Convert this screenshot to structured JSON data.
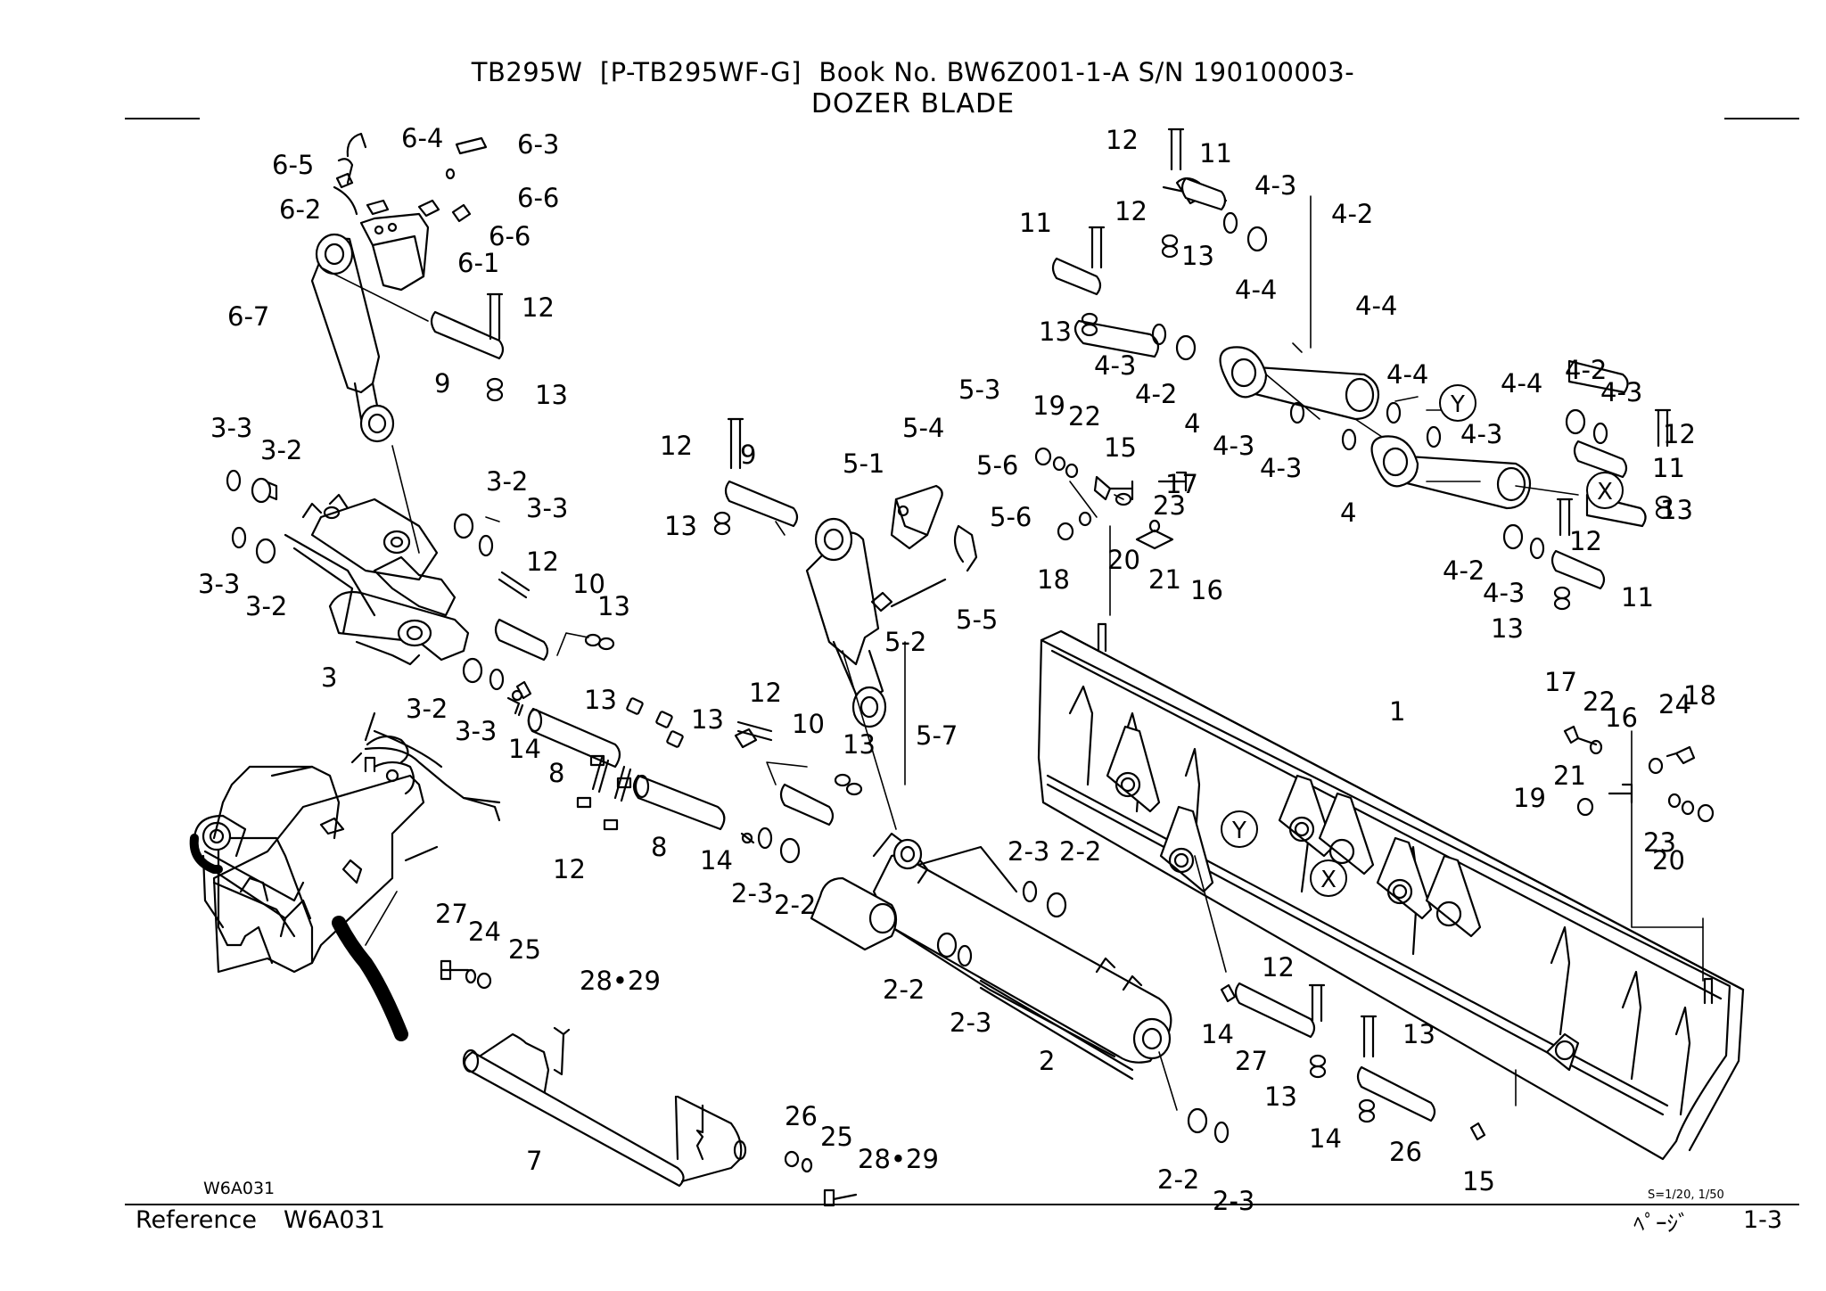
{
  "header": {
    "line1": "TB295W  [P-TB295WF-G]  Book No. BW6Z001-1-A S/N 190100003-",
    "line2": "DOZER BLADE"
  },
  "footer": {
    "drawing_code": "W6A031",
    "reference_label": "Reference",
    "reference_code": "W6A031",
    "scale": "S=1/20, 1/50",
    "page_label": "ﾍﾟｰｼﾞ",
    "page_number": "1-3"
  },
  "callouts": [
    "1",
    "2",
    "2-2",
    "2-2",
    "2-2",
    "2-2",
    "2-3",
    "2-3",
    "2-3",
    "2-3",
    "3",
    "3-2",
    "3-2",
    "3-2",
    "3-2",
    "3-3",
    "3-3",
    "3-3",
    "3-3",
    "4",
    "4",
    "4-2",
    "4-2",
    "4-2",
    "4-2",
    "4-3",
    "4-3",
    "4-3",
    "4-3",
    "4-3",
    "4-3",
    "4-3",
    "4-4",
    "4-4",
    "4-4",
    "4-4",
    "5-1",
    "5-2",
    "5-3",
    "5-4",
    "5-5",
    "5-6",
    "5-6",
    "5-7",
    "6-1",
    "6-2",
    "6-3",
    "6-4",
    "6-5",
    "6-6",
    "6-6",
    "6-7",
    "7",
    "8",
    "8",
    "9",
    "9",
    "10",
    "10",
    "11",
    "11",
    "11",
    "11",
    "12",
    "12",
    "12",
    "12",
    "12",
    "12",
    "12",
    "12",
    "12",
    "12",
    "13",
    "13",
    "13",
    "13",
    "13",
    "13",
    "13",
    "13",
    "13",
    "13",
    "13",
    "13",
    "14",
    "14",
    "14",
    "14",
    "15",
    "15",
    "16",
    "16",
    "17",
    "17",
    "18",
    "18",
    "19",
    "19",
    "20",
    "20",
    "21",
    "21",
    "22",
    "22",
    "23",
    "23",
    "24",
    "24",
    "25",
    "25",
    "26",
    "26",
    "27",
    "27",
    "28•29",
    "28•29"
  ],
  "view_markers": [
    "Y",
    "X",
    "Y",
    "X"
  ]
}
